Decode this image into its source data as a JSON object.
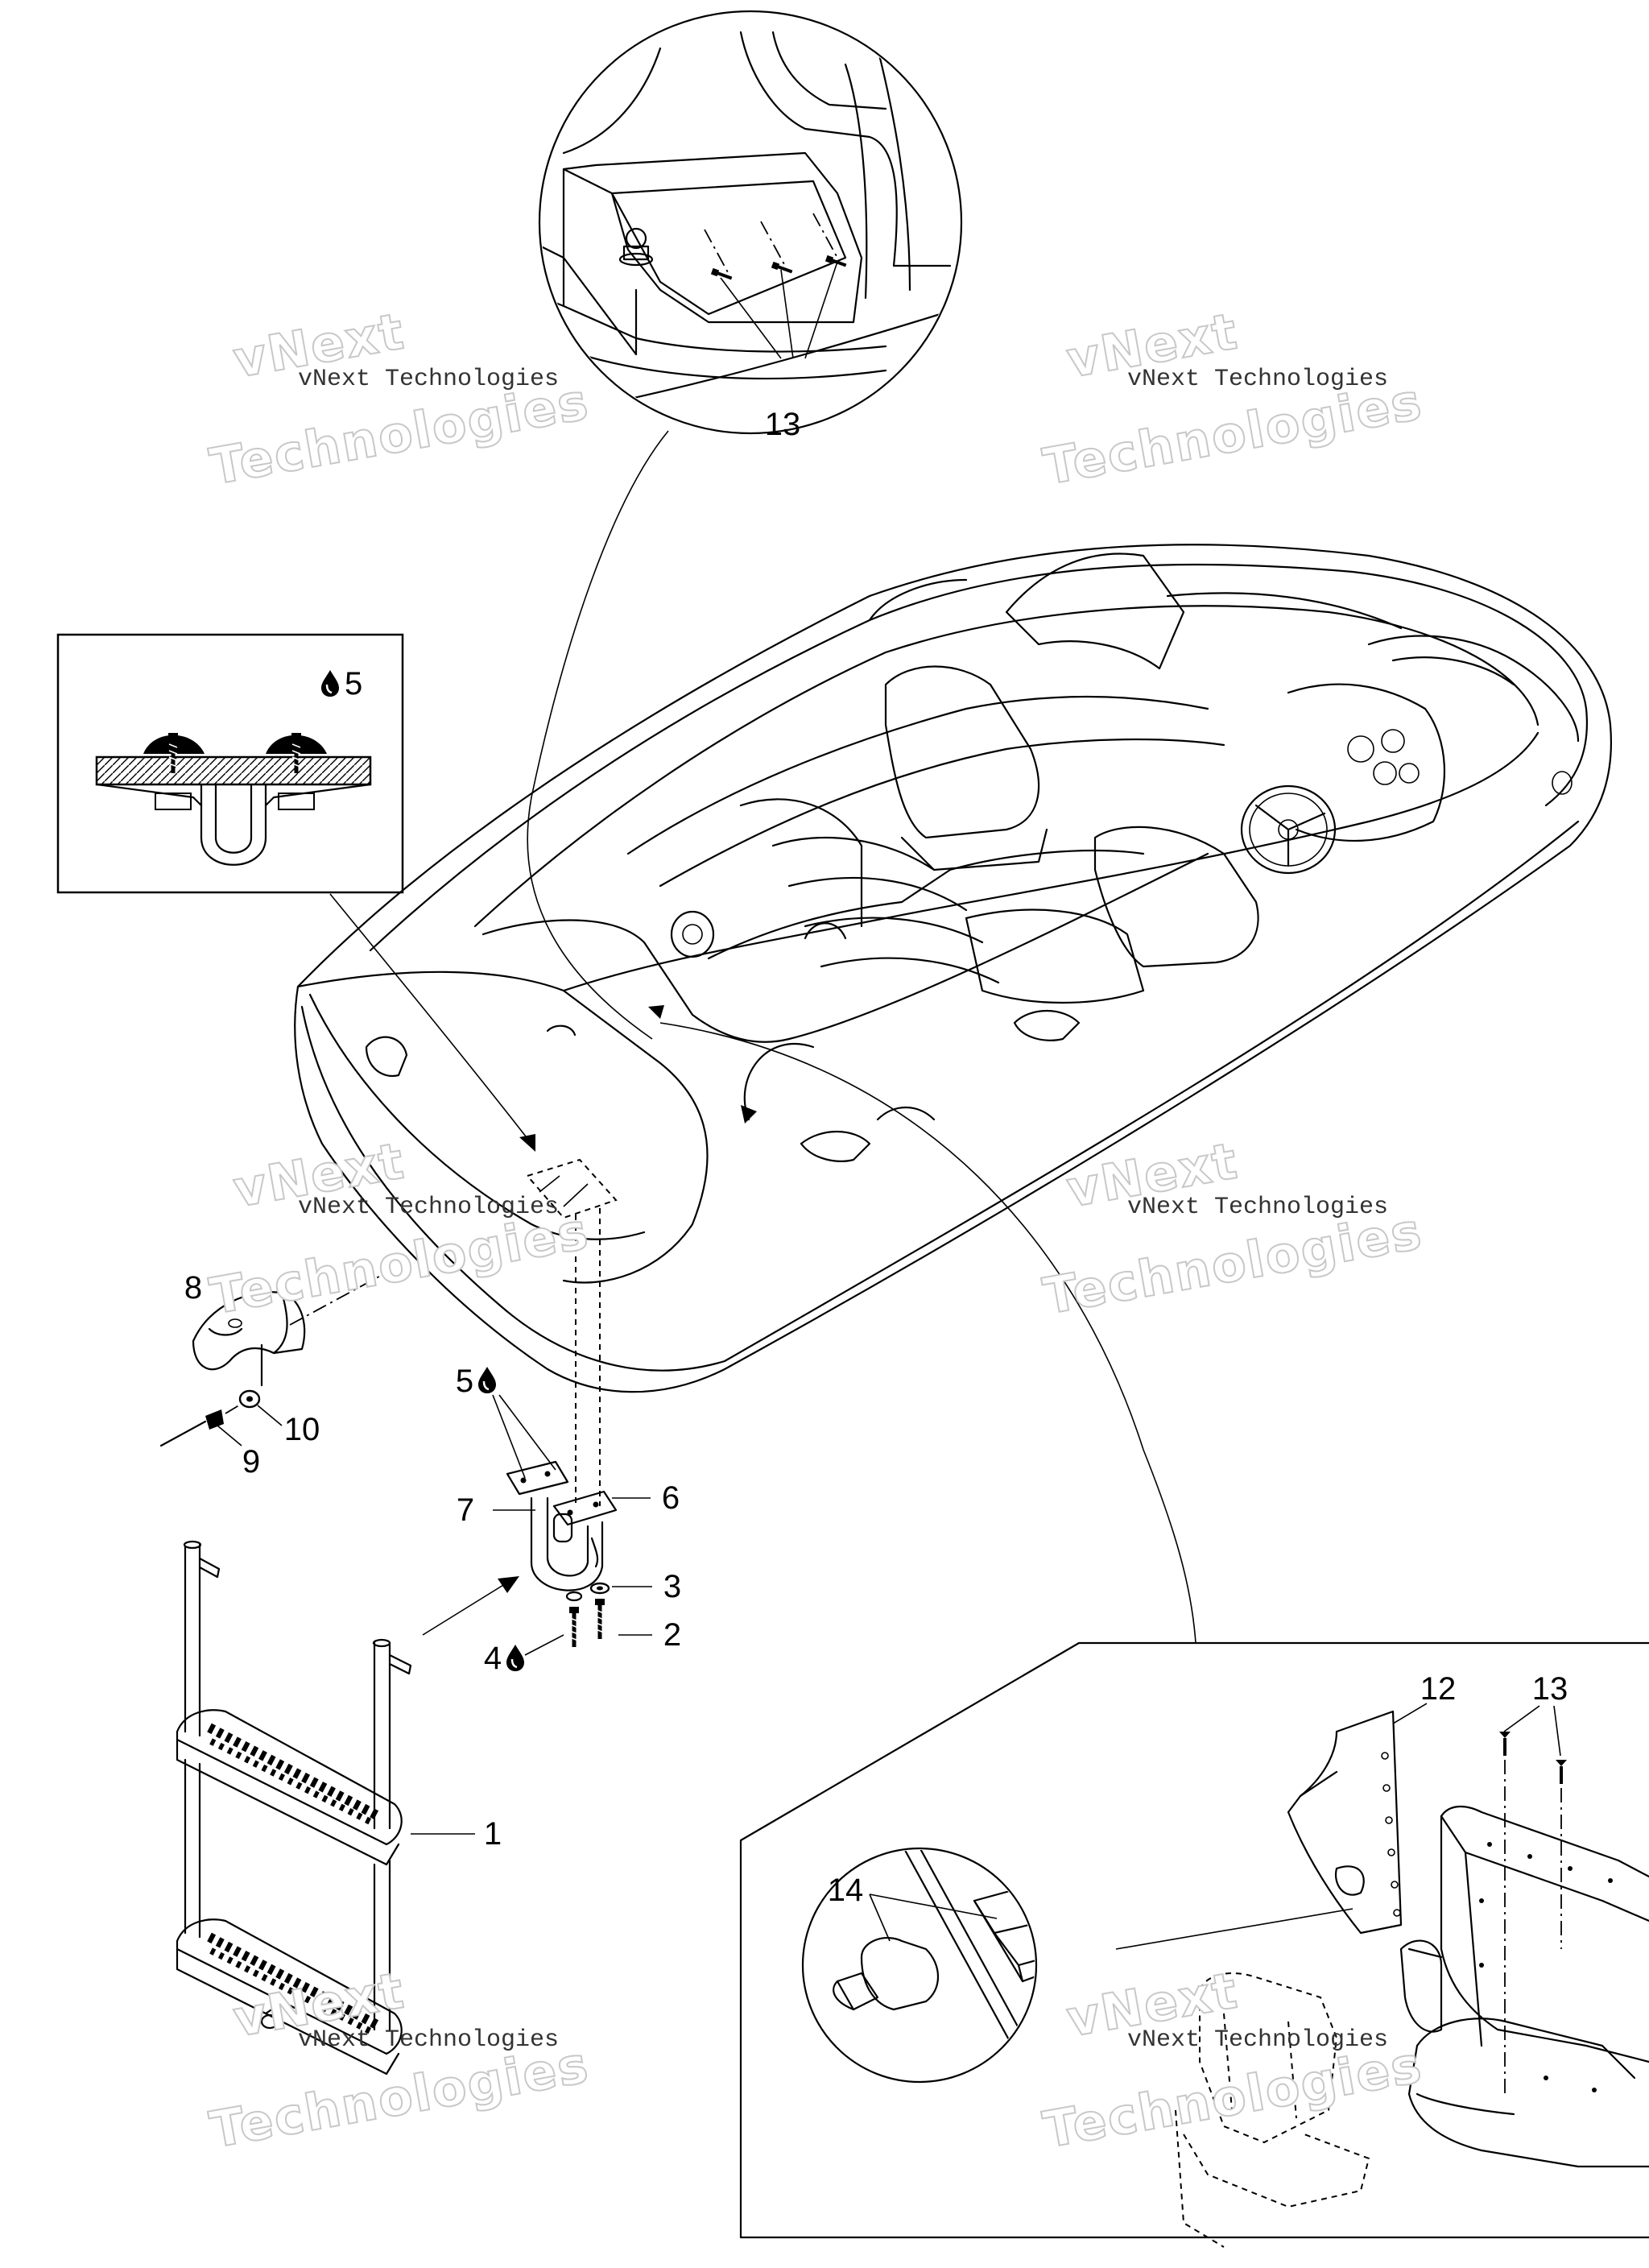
{
  "watermark": {
    "line1": "vNext",
    "line2": "vNext Technologies",
    "line3": "Technologies"
  },
  "callouts": {
    "c1": "1",
    "c2": "2",
    "c3": "3",
    "c4": "4",
    "c5_top": "5",
    "c5_mid": "5",
    "c6": "6",
    "c7": "7",
    "c8": "8",
    "c9": "9",
    "c10": "10",
    "c12": "12",
    "c13_top": "13",
    "c13_bottom": "13",
    "c14": "14"
  },
  "icons": {
    "drop": "sealant-drop-icon"
  }
}
